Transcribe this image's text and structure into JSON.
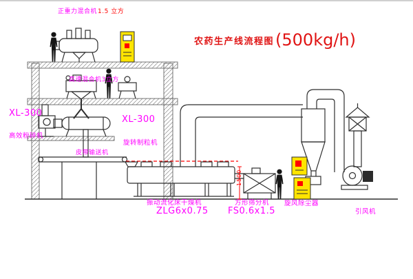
{
  "title": {
    "main": "农药生产线流程图",
    "capacity": "(500kg/h)"
  },
  "equipment_labels": {
    "gravity_mixer_name": "正重力混合机",
    "gravity_mixer_size": "1.5 立方",
    "high_speed_mixer": "高速混合机3立方",
    "crusher_model": "XL-300",
    "crusher_name": "高效粉碎机",
    "granulator_model": "XL-300",
    "granulator_name": "旋转制粒机",
    "belt_conveyor": "皮带输送机",
    "dryer_name": "振动流化床干燥机",
    "dryer_model": "ZLG6x0.75",
    "sieve_name": "方形筛分机",
    "sieve_model": "FS0.6x1.5",
    "cyclone_name": "旋风除尘器",
    "fan_name": "引风机",
    "dim_sieve_height": "1500"
  },
  "colors": {
    "label_magenta": "#ff00ff",
    "title_red": "#e01414",
    "line": "#2e2e2e",
    "panel_yellow": "#ffe400",
    "accent_red": "#ff0000"
  }
}
